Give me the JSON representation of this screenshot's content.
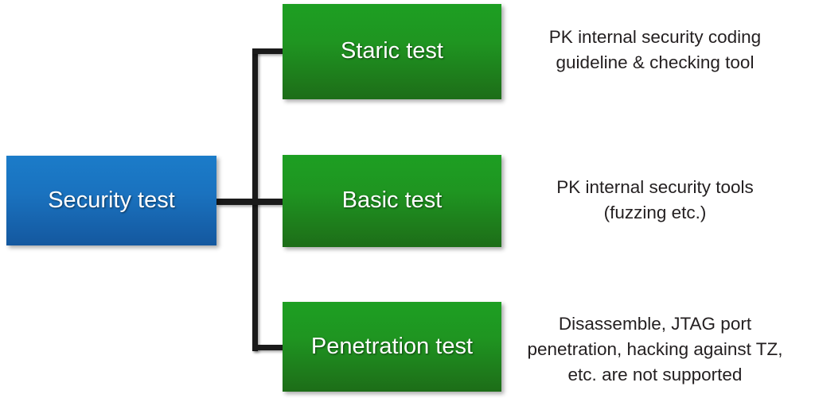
{
  "diagram": {
    "type": "tree",
    "root": {
      "id": "security-test",
      "label": "Security test",
      "color": "#1a72bf"
    },
    "children": [
      {
        "id": "staric-test",
        "label": "Staric test",
        "color": "#1f9521",
        "annotation": {
          "lines": [
            "PK internal security coding",
            "guideline & checking tool"
          ]
        }
      },
      {
        "id": "basic-test",
        "label": "Basic test",
        "color": "#1f9521",
        "annotation": {
          "lines": [
            "PK internal security tools",
            "(fuzzing etc.)"
          ]
        }
      },
      {
        "id": "penetration-test",
        "label": "Penetration test",
        "color": "#1f9521",
        "annotation": {
          "lines": [
            "Disassemble, JTAG port",
            "penetration, hacking against TZ,",
            "etc. are not supported"
          ]
        }
      }
    ],
    "connector_color": "#1a1a1a",
    "annotation_color": "#231f20",
    "background": "#ffffff"
  }
}
